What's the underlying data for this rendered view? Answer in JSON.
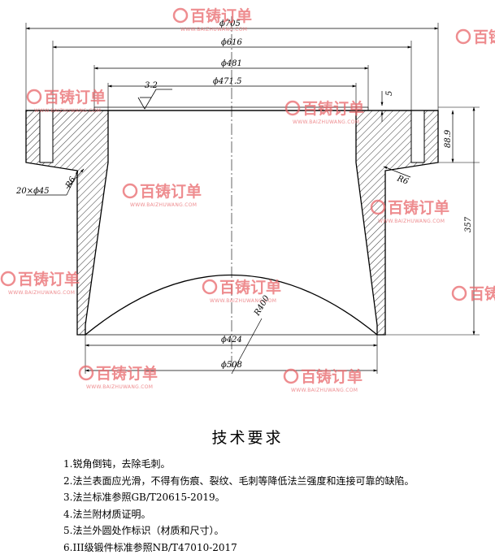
{
  "drawing": {
    "dimensions": {
      "d705": "ϕ705",
      "d616": "ϕ616",
      "d481": "ϕ481",
      "d471": "ϕ471.5",
      "roughness": "3.2",
      "t5": "5",
      "h889": "88.9",
      "h357": "357",
      "r6_left": "R6",
      "r6_right": "R6",
      "chamfer": "20×ϕ45",
      "r400": "R400",
      "d424": "ϕ424",
      "d508": "ϕ508"
    },
    "watermark": {
      "logo": "百铸订单",
      "url": "WWW.BAIZHUWANG.COM"
    }
  },
  "notes": {
    "title": "技术要求",
    "items": [
      "1.锐角倒钝，去除毛刺。",
      "2.法兰表面应光滑，不得有伤痕、裂纹、毛刺等降低法兰强度和连接可靠的缺陷。",
      "3.法兰标准参照GB/T20615-2019。",
      "4.法兰附材质证明。",
      "5.法兰外圆处作标识（材质和尺寸）。",
      "6.III级锻件标准参照NB/T47010-2017"
    ]
  }
}
